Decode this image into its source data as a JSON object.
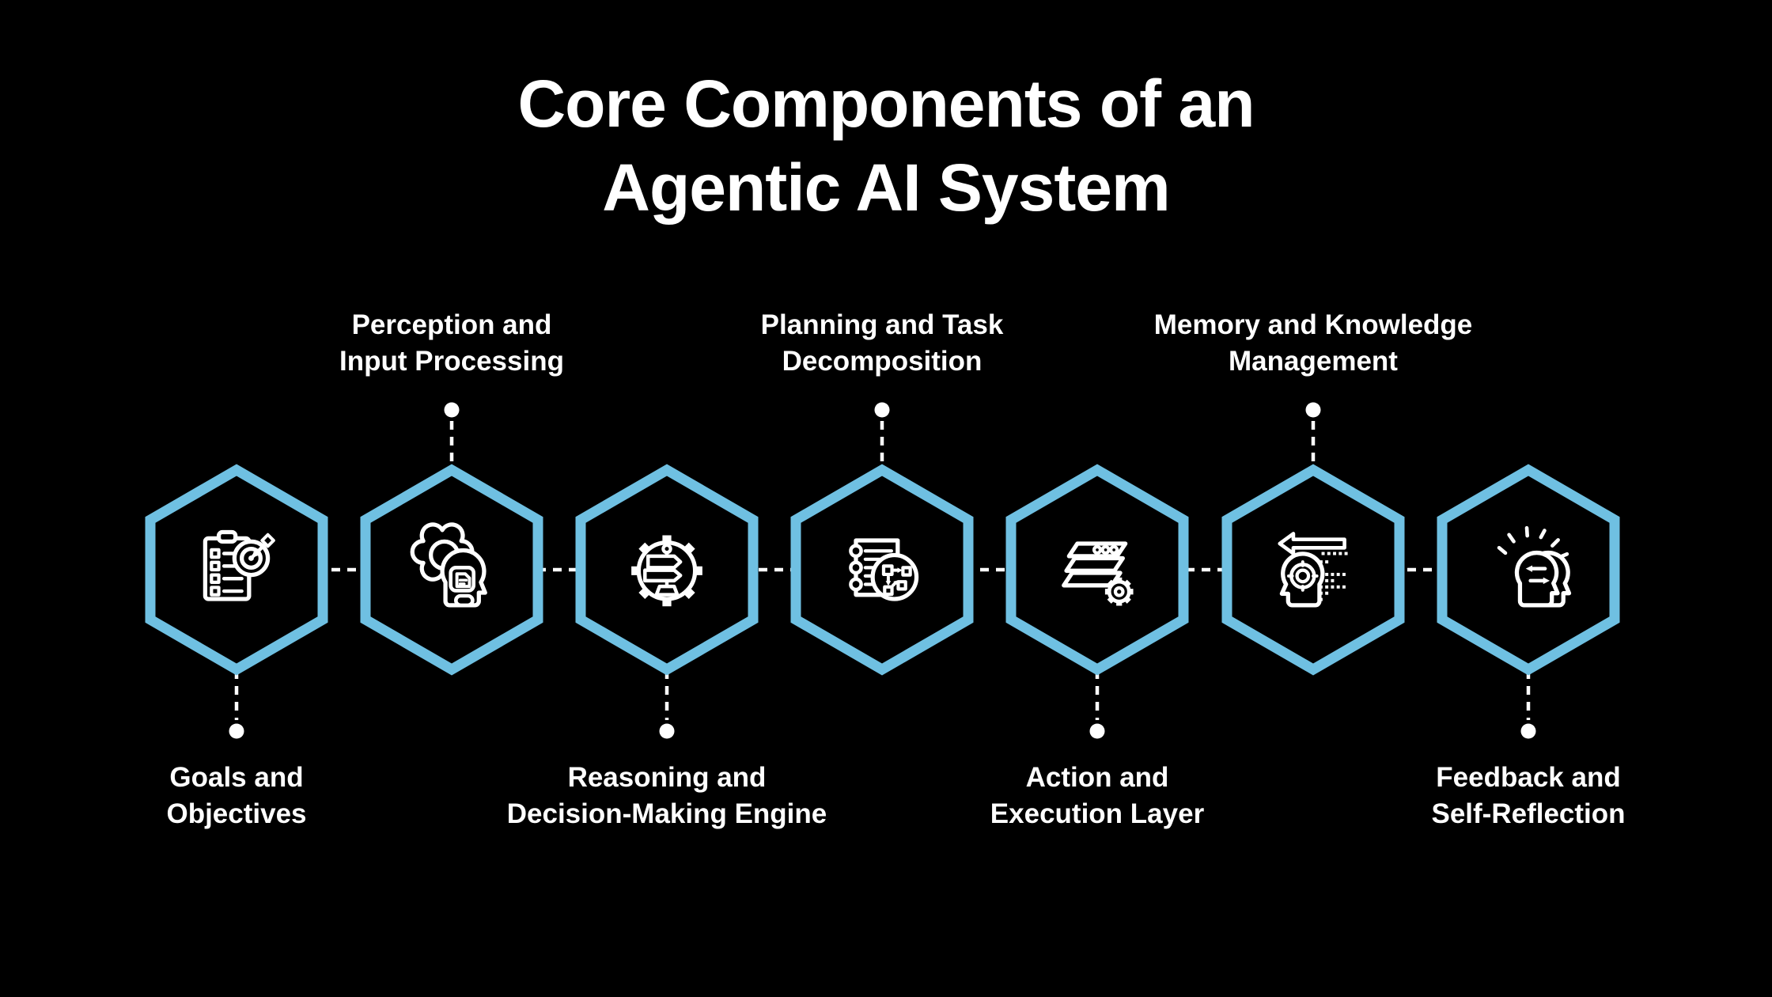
{
  "title": {
    "line1": "Core Components of an",
    "line2": "Agentic AI System"
  },
  "colors": {
    "background": "#000000",
    "hexagon_stroke": "#6FC0E2",
    "text": "#FFFFFF",
    "connector": "#FFFFFF",
    "icon": "#FFFFFF"
  },
  "components": [
    {
      "id": 1,
      "label_line1": "Goals and",
      "label_line2": "Objectives",
      "label_position": "bottom",
      "icon": "clipboard-target-icon"
    },
    {
      "id": 2,
      "label_line1": "Perception and",
      "label_line2": "Input Processing",
      "label_position": "top",
      "icon": "head-input-processing-icon"
    },
    {
      "id": 3,
      "label_line1": "Reasoning and",
      "label_line2": "Decision-Making Engine",
      "label_position": "bottom",
      "icon": "gear-signpost-icon"
    },
    {
      "id": 4,
      "label_line1": "Planning and Task",
      "label_line2": "Decomposition",
      "label_position": "top",
      "icon": "notebook-workflow-icon"
    },
    {
      "id": 5,
      "label_line1": "Action and",
      "label_line2": "Execution Layer",
      "label_position": "bottom",
      "icon": "server-layers-gear-icon"
    },
    {
      "id": 6,
      "label_line1": "Memory and Knowledge",
      "label_line2": "Management",
      "label_position": "top",
      "icon": "head-memory-arrow-icon"
    },
    {
      "id": 7,
      "label_line1": "Feedback and",
      "label_line2": "Self-Reflection",
      "label_position": "bottom",
      "icon": "dual-heads-feedback-icon"
    }
  ]
}
